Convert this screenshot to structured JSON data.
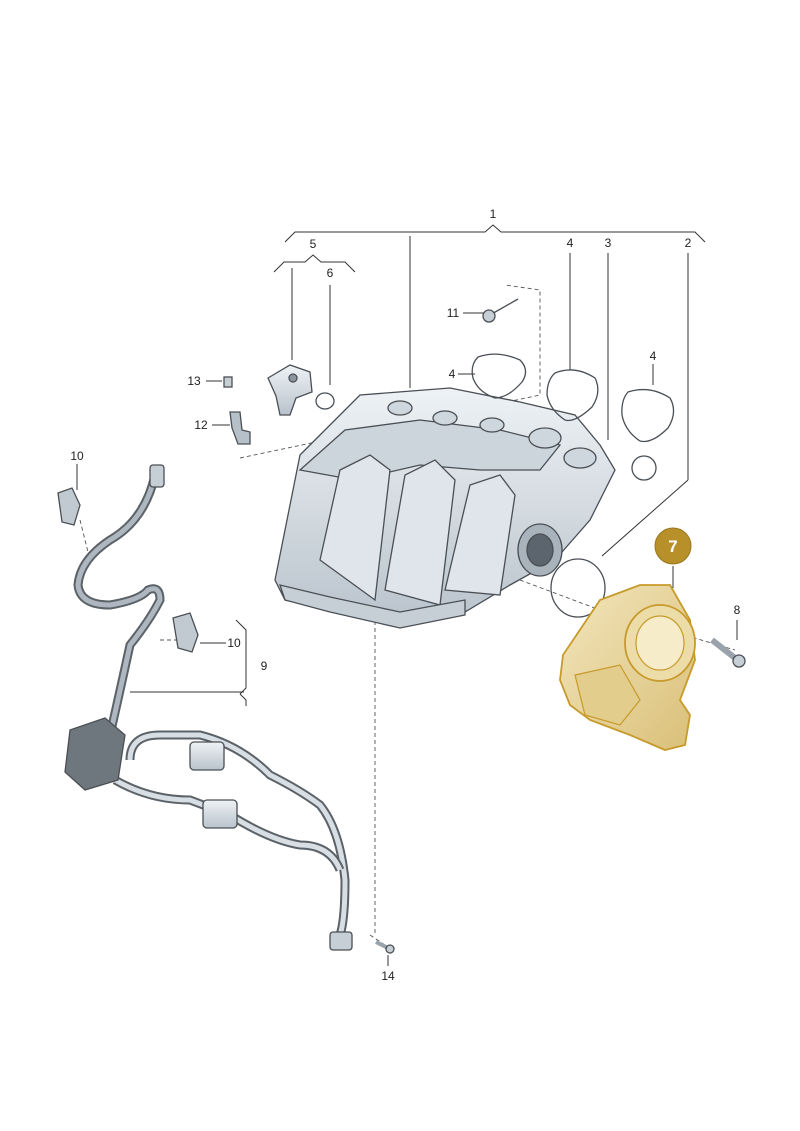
{
  "diagram": {
    "callouts": {
      "c1": "1",
      "c2": "2",
      "c3": "3",
      "c4a": "4",
      "c4b": "4",
      "c4c": "4",
      "c5": "5",
      "c6": "6",
      "c7": "7",
      "c8": "8",
      "c9": "9",
      "c10a": "10",
      "c10b": "10",
      "c11": "11",
      "c12": "12",
      "c13": "13",
      "c14": "14"
    },
    "colors": {
      "highlight_fill": "#e7d39a",
      "highlight_stroke": "#c79a2a",
      "badge": "#b8902a",
      "part_fill": "#dfe5ea",
      "part_shade": "#bfc8d0"
    }
  }
}
